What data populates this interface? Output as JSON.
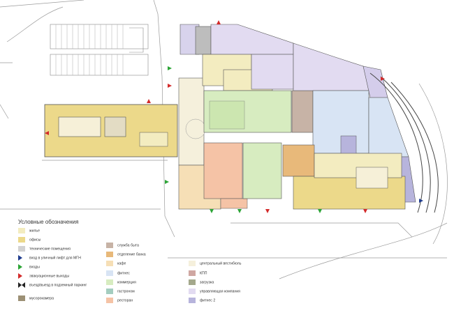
{
  "legend": {
    "title": "Условные обозначения",
    "col1": [
      {
        "label": "жилье",
        "color": "#f3ecc0",
        "kind": "swatch"
      },
      {
        "label": "офисы",
        "color": "#ecd98a",
        "kind": "swatch"
      },
      {
        "label": "технические помещения",
        "color": "#d2d2d2",
        "kind": "swatch"
      },
      {
        "label": "вход в уличный лифт для МГН",
        "color": "#1f3c8e",
        "kind": "tri-blue"
      },
      {
        "label": "входы",
        "color": "#2ca436",
        "kind": "tri-green"
      },
      {
        "label": "эвакуационные выходы",
        "color": "#d32a2a",
        "kind": "tri-red"
      },
      {
        "label": "въезд/выезд в подземный паркинг",
        "color": "#222222",
        "kind": "tri-black"
      },
      {
        "label": "мусорокамера",
        "color": "#9c9075",
        "kind": "swatch"
      }
    ],
    "col2": [
      {
        "label": "служба быта",
        "color": "#c7b3a6",
        "kind": "swatch"
      },
      {
        "label": "отделение банка",
        "color": "#e8b97a",
        "kind": "swatch"
      },
      {
        "label": "кафе",
        "color": "#f6dfb6",
        "kind": "swatch"
      },
      {
        "label": "фитнес",
        "color": "#d8e4f4",
        "kind": "swatch"
      },
      {
        "label": "коммерция",
        "color": "#d7ecc0",
        "kind": "swatch"
      },
      {
        "label": "гастроном",
        "color": "#a4cdbf",
        "kind": "swatch"
      },
      {
        "label": "ресторан",
        "color": "#f5c3a6",
        "kind": "swatch"
      }
    ],
    "col3": [
      {
        "label": "центральный вестибюль",
        "color": "#f5f0dc",
        "kind": "swatch"
      },
      {
        "label": "КПП",
        "color": "#cfa7a2",
        "kind": "swatch"
      },
      {
        "label": "загрузка",
        "color": "#a4a88c",
        "kind": "swatch"
      },
      {
        "label": "управляющая компания",
        "color": "#e2dbf1",
        "kind": "swatch"
      },
      {
        "label": "фитнес 2",
        "color": "#b7b4dc",
        "kind": "swatch"
      }
    ]
  }
}
